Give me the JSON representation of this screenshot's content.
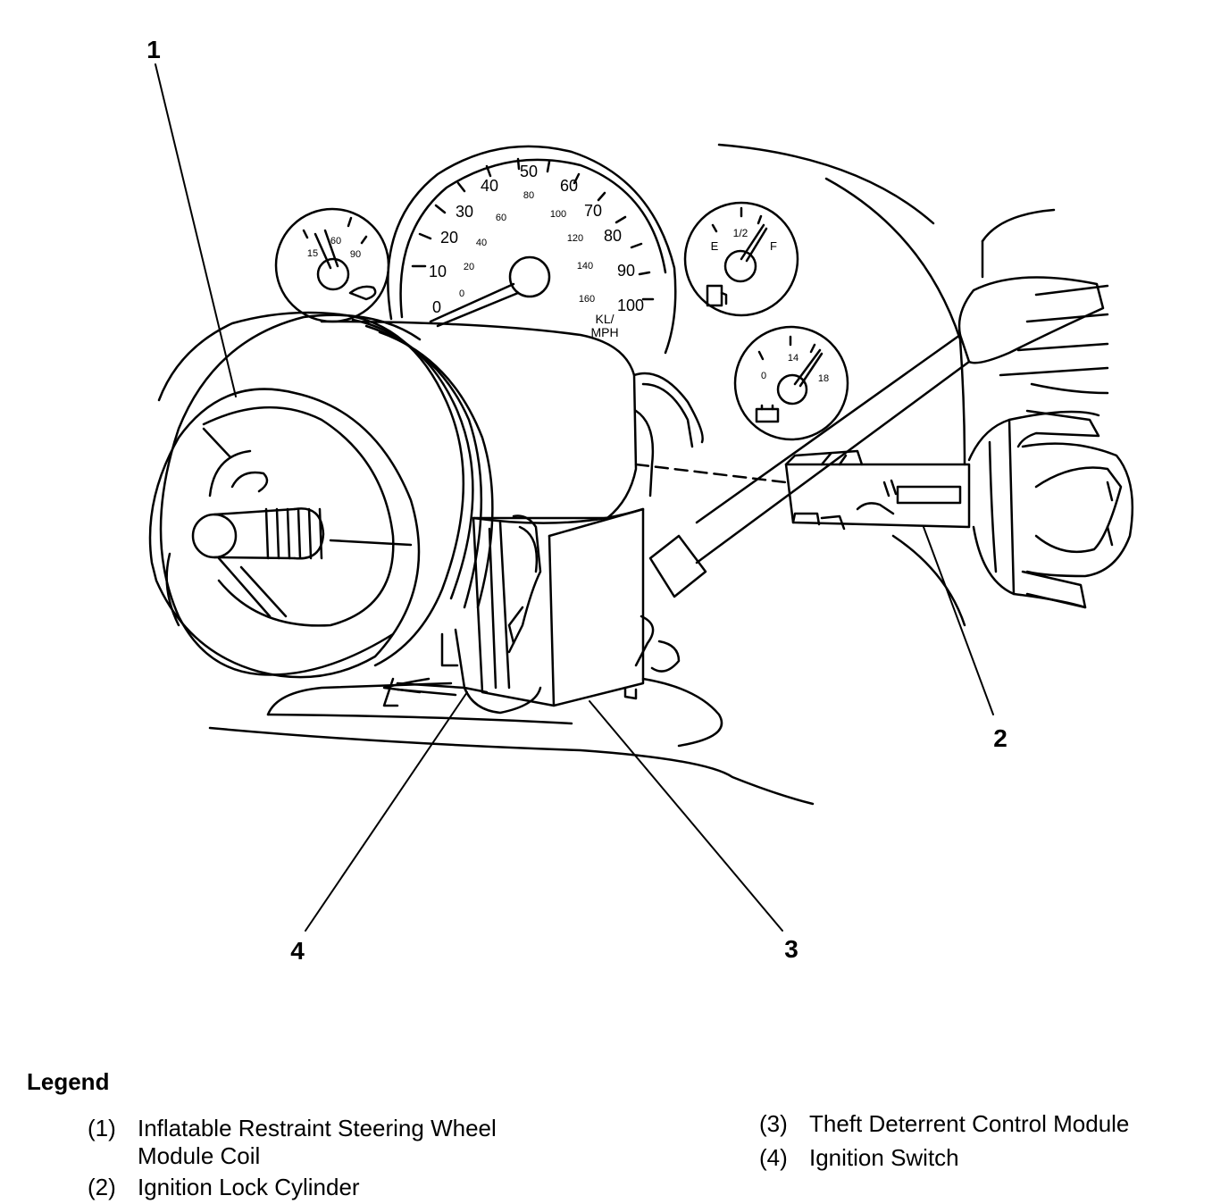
{
  "callouts": {
    "c1": "1",
    "c2": "2",
    "c3": "3",
    "c4": "4"
  },
  "oil_gauge": {
    "t1": "15",
    "t2": "60",
    "t3": "90"
  },
  "speedometer": {
    "mph": [
      "0",
      "10",
      "20",
      "30",
      "40",
      "50",
      "60",
      "70",
      "80",
      "90",
      "100"
    ],
    "kmh": [
      "0",
      "20",
      "40",
      "60",
      "80",
      "100",
      "120",
      "140",
      "160"
    ],
    "unit_top": "KL/",
    "unit_bottom": "MPH"
  },
  "fuel_gauge": {
    "empty": "E",
    "half": "1/2",
    "full": "F"
  },
  "volt_gauge": {
    "low": "0",
    "mid": "14",
    "high": "18"
  },
  "legend": {
    "title": "Legend",
    "items": [
      {
        "num": "(1)",
        "line1": "Inflatable Restraint Steering Wheel",
        "line2": "Module Coil"
      },
      {
        "num": "(2)",
        "line1": "Ignition Lock Cylinder"
      },
      {
        "num": "(3)",
        "line1": "Theft Deterrent Control Module"
      },
      {
        "num": "(4)",
        "line1": "Ignition Switch"
      }
    ]
  }
}
